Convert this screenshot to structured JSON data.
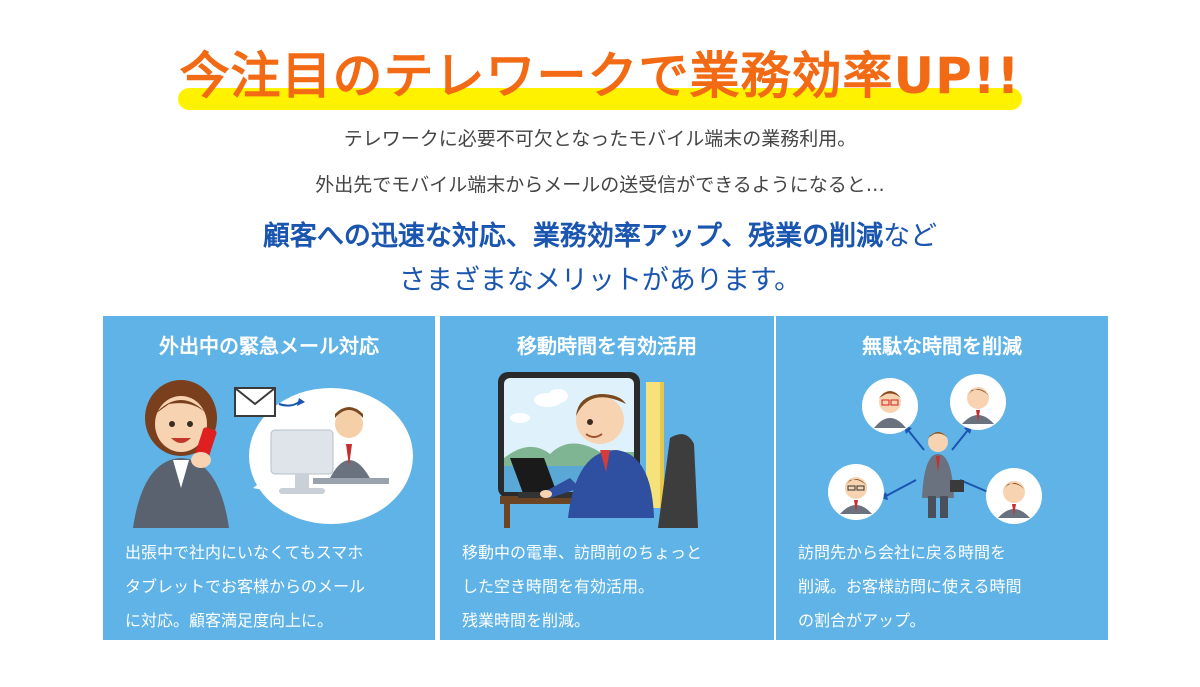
{
  "headline": "今注目のテレワークで業務効率UP!!",
  "lead": {
    "line1": "テレワークに必要不可欠となったモバイル端末の業務利用。",
    "line2": "外出先でモバイル端末からメールの送受信ができるようになると…"
  },
  "highlight": {
    "bold1": "顧客への迅速な対応、業務効率アップ、残業の削減",
    "normal1": "など",
    "line2": "さまざまなメリットがあります。"
  },
  "cards": [
    {
      "title": "外出中の緊急メール対応",
      "body": [
        "出張中で社内にいなくてもスマホ",
        "タブレットでお客様からのメール",
        "に対応。顧客満足度向上に。"
      ],
      "icon": "businesswoman-phone-mail-illustration"
    },
    {
      "title": "移動時間を有効活用",
      "body": [
        "移動中の電車、訪問前のちょっと",
        "した空き時間を有効活用。",
        "残業時間を削減。"
      ],
      "icon": "train-laptop-illustration"
    },
    {
      "title": "無駄な時間を削減",
      "body": [
        "訪問先から会社に戻る時間を",
        "削減。お客様訪問に使える時間",
        "の割合がアップ。"
      ],
      "icon": "network-visits-illustration"
    }
  ],
  "colors": {
    "headline": "#f26a14",
    "underline": "#fff200",
    "highlight": "#1a55b0",
    "card": "#5fb3e7"
  }
}
